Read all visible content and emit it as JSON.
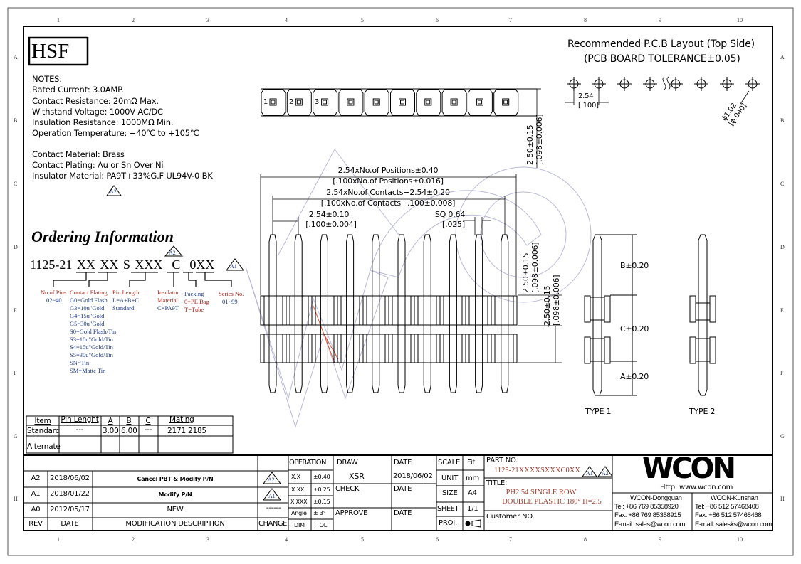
{
  "zones": {
    "columns": [
      "1",
      "2",
      "3",
      "4",
      "5",
      "6",
      "7",
      "8",
      "9",
      "10"
    ],
    "rows": [
      "A",
      "B",
      "C",
      "D",
      "E",
      "F",
      "G",
      "H"
    ]
  },
  "logo": "HSF",
  "notes": {
    "title": "NOTES:",
    "lines": [
      "Rated Current: 3.0AMP.",
      "Contact Resistance: 20mΩ Max.",
      "Withstand Voltage: 1000V AC/DC",
      "Insulation Resistance: 1000MΩ Min.",
      "Operation Temperature: −40℃ to +105℃",
      "Contact Material: Brass",
      "Contact Plating: Au or Sn Over Ni",
      "Insulator Material: PA9T+33%G.F UL94V-0 BK"
    ],
    "rev_mark": "A2"
  },
  "ordering": {
    "title": "Ordering Information",
    "prefix": "1125-21",
    "parts": [
      "XX",
      "XX",
      "S",
      "XXX",
      "C",
      "0",
      "XX"
    ],
    "rev_marks": [
      "A2",
      "A1"
    ],
    "fields": {
      "pins": {
        "label": "No.of Pins",
        "values": [
          "02~40"
        ]
      },
      "plating": {
        "label": "Contact Plating",
        "values": [
          "G0=Gold Flash",
          "G3=10u\"Gold",
          "G4=15u\"Gold",
          "G5=30u\"Gold",
          "S0=Gold Flash/Tin",
          "S3=10u\"Gold/Tin",
          "S4=15u\"Gold/Tin",
          "S5=30u\"Gold/Tin",
          "SN=Tin",
          "SM=Matte Tin"
        ]
      },
      "length": {
        "label": "Pin Length",
        "values": [
          "L=A+B+C",
          "Standard:"
        ]
      },
      "insulator": {
        "label": "Insulator Material",
        "label2": "Material",
        "label1": "Insulator",
        "values": [
          "C=PA9T"
        ]
      },
      "packing": {
        "label": "Packing",
        "values": [
          "0=PE Bag",
          "T=Tube"
        ]
      },
      "series": {
        "label": "Series No.",
        "values": [
          "01~99"
        ]
      }
    }
  },
  "pin_table": {
    "headers": [
      "Item",
      "Pin Lenght",
      "A",
      "B",
      "C",
      "Mating"
    ],
    "rows": [
      [
        "Standard",
        "---",
        "3.00",
        "6.00",
        "---",
        "2171  2185"
      ],
      [
        "Alternate",
        "",
        "",
        "",
        "",
        ""
      ]
    ]
  },
  "revisions": {
    "headers": [
      "REV",
      "DATE",
      "MODIFICATION DESCRIPTION",
      "CHANGE"
    ],
    "rows": [
      {
        "rev": "A2",
        "date": "2018/06/02",
        "desc": "Cancel PBT & Modify P/N",
        "change": "A2"
      },
      {
        "rev": "A1",
        "date": "2018/01/22",
        "desc": "Modify P/N",
        "change": "A1"
      },
      {
        "rev": "A0",
        "date": "2012/05/17",
        "desc": "NEW",
        "change": "------"
      }
    ]
  },
  "tolerances": {
    "header": "OPERATION",
    "rows": [
      [
        "X.X",
        "±0.40"
      ],
      [
        "X.XX",
        "±0.25"
      ],
      [
        "X.XXX",
        "±0.15"
      ],
      [
        "Angle",
        "± 3°"
      ]
    ],
    "footer": [
      "DIM",
      "TOL"
    ]
  },
  "approvals": {
    "draw_label": "DRAW",
    "draw_value": "XSR",
    "date_label": "DATE",
    "draw_date": "2018/06/02",
    "check_label": "CHECK",
    "approve_label": "APPROVE"
  },
  "sheet_info": {
    "scale_label": "SCALE",
    "scale": "Fit",
    "unit_label": "UNIT",
    "unit": "mm",
    "size_label": "SIZE",
    "size": "A4",
    "sheet_label": "SHEET",
    "sheet": "1/1",
    "proj_label": "PROJ."
  },
  "part": {
    "label": "PART NO.",
    "number": "1125-21XXXXSXXXC0XX",
    "rev_marks": [
      "A1",
      "A2"
    ],
    "title_label": "TITLE:",
    "title_line1": "PH2.54 SINGLE ROW",
    "title_line2": "DOUBLE PLASTIC 180° H=2.5",
    "customer_label": "Customer NO."
  },
  "company": {
    "logo": "WCON",
    "url": "Http:  www.wcon.com",
    "offices": [
      {
        "name": "WCON-Dongguan",
        "tel": "Tel:  +86 769 85358920",
        "fax": "Fax:  +86 769 85358915",
        "email": "E-mail:  sales@wcon.com"
      },
      {
        "name": "WCON-Kunshan",
        "tel": "Tel:  +86 512 57468408",
        "fax": "Fax:  +86 512 57468468",
        "email": "E-mail:  salesks@wcon.com"
      }
    ]
  },
  "pcb_layout": {
    "title": "Recommended P.C.B Layout (Top Side)",
    "subtitle": "(PCB BOARD TOLERANCE±0.05)",
    "pitch": "2.54",
    "pitch_in": "[.100]",
    "hole": "ϕ1.02",
    "hole_in": "[ϕ.040]"
  },
  "top_view": {
    "labels": [
      "1",
      "2",
      "3"
    ]
  },
  "dimensions": {
    "overall": "2.54xNo.of Positions±0.40",
    "overall_in": "[.100xNo.of Positions±0.016]",
    "contacts": "2.54xNo.of Contacts−2.54±0.20",
    "contacts_in": "[.100xNo.of Contacts−.100±0.008]",
    "pitch": "2.54±0.10",
    "pitch_in": "[.100±0.004]",
    "sq": "SQ 0.64",
    "sq_in": "[.025]",
    "height": "2.50±0.15",
    "height_in": "[.098±0.006]",
    "b": "B±0.20",
    "c": "C±0.20",
    "a": "A±0.20",
    "type1": "TYPE 1",
    "type2": "TYPE 2"
  }
}
